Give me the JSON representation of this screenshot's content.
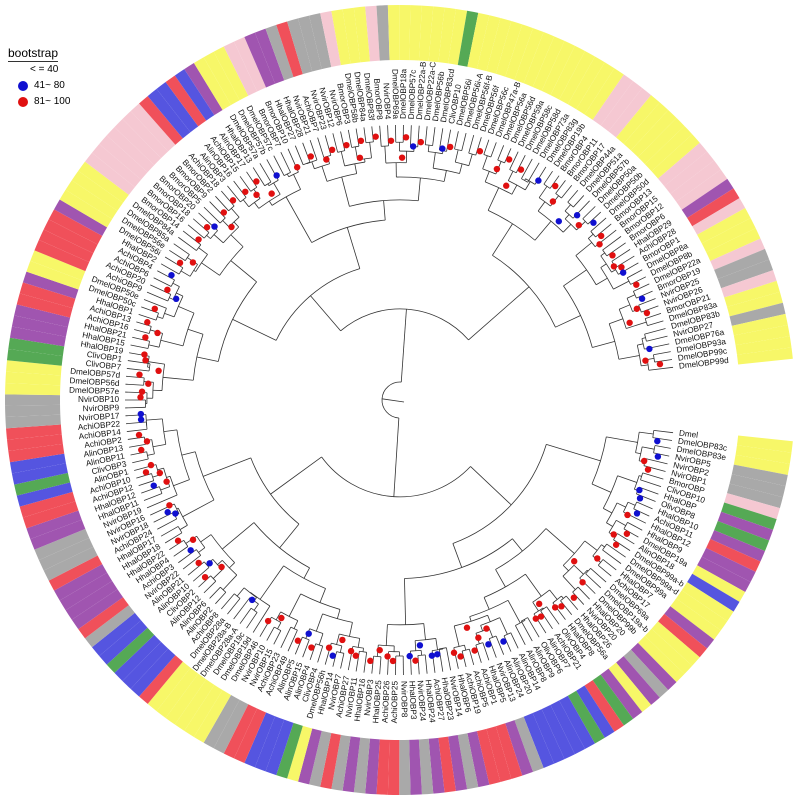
{
  "legend": {
    "title": "bootstrap",
    "entries": [
      {
        "label": "< = 40",
        "color": ""
      },
      {
        "label": "41~ 80",
        "color": "#1010d0"
      },
      {
        "label": "81~ 100",
        "color": "#e01010"
      }
    ]
  },
  "colors": {
    "yellow": "#f7f768",
    "pink": "#f5c8d2",
    "gray": "#a9a9a9",
    "purple": "#a055b0",
    "red": "#f0505a",
    "blue": "#5555e0",
    "green": "#55a955",
    "branch": "#333333",
    "bootstrap_high": "#e01010",
    "bootstrap_mid": "#1010d0"
  },
  "tree": {
    "leaves": [
      {
        "label": "Dmel",
        "group": "yellow"
      },
      {
        "label": "DmelOBP83c",
        "group": "yellow"
      },
      {
        "label": "DmelOBP83e",
        "group": "yellow"
      },
      {
        "label": "NvirOBP5",
        "group": "gray"
      },
      {
        "label": "NvirOBP2",
        "group": "gray"
      },
      {
        "label": "NvirOBP1",
        "group": "gray"
      },
      {
        "label": "BmorOBP",
        "group": "pink"
      },
      {
        "label": "ClivOBP10",
        "group": "green"
      },
      {
        "label": "HhalOBP",
        "group": "purple"
      },
      {
        "label": "OlivOBP8",
        "group": "green"
      },
      {
        "label": "HhalOBP10",
        "group": "purple"
      },
      {
        "label": "AchiOBP11",
        "group": "red"
      },
      {
        "label": "HhalOBP12",
        "group": "purple"
      },
      {
        "label": "HhalOBP9",
        "group": "purple"
      },
      {
        "label": "DmelOBP19a",
        "group": "yellow"
      },
      {
        "label": "AlinOBP18",
        "group": "blue"
      },
      {
        "label": "DmelOBP99a-b",
        "group": "yellow"
      },
      {
        "label": "DmelOBP99a-d",
        "group": "yellow"
      },
      {
        "label": "DmelOBP99a",
        "group": "yellow"
      },
      {
        "label": "HhalOBP7",
        "group": "purple"
      },
      {
        "label": "AchiOBP17",
        "group": "red"
      },
      {
        "label": "DmelOBP69a",
        "group": "yellow"
      },
      {
        "label": "DmelOBP19a-b",
        "group": "yellow"
      },
      {
        "label": "DmelOBP99b",
        "group": "yellow"
      },
      {
        "label": "HhalOBP20",
        "group": "purple"
      },
      {
        "label": "NvirOBP20",
        "group": "gray"
      },
      {
        "label": "HhalOBP26",
        "group": "purple"
      },
      {
        "label": "DmelOBP56a",
        "group": "yellow"
      },
      {
        "label": "HhalOBP8",
        "group": "purple"
      },
      {
        "label": "OlivOBP4",
        "group": "green"
      },
      {
        "label": "AchiOBP21",
        "group": "red"
      },
      {
        "label": "AlinOBP7",
        "group": "blue"
      },
      {
        "label": "OlivOBP6",
        "group": "green"
      },
      {
        "label": "AlinOBP9",
        "group": "blue"
      },
      {
        "label": "AlinOBP8",
        "group": "blue"
      },
      {
        "label": "AlinOBP14",
        "group": "blue"
      },
      {
        "label": "AlinOBP20",
        "group": "blue"
      },
      {
        "label": "AlinOBP24",
        "group": "blue"
      },
      {
        "label": "NvirOBP13",
        "group": "gray"
      },
      {
        "label": "HhalOBP5",
        "group": "purple"
      },
      {
        "label": "AchiOBP1",
        "group": "red"
      },
      {
        "label": "AchiOBP5",
        "group": "red"
      },
      {
        "label": "AchiOBP19",
        "group": "red"
      },
      {
        "label": "HhalOBP6",
        "group": "purple"
      },
      {
        "label": "NvirOBP14",
        "group": "gray"
      },
      {
        "label": "HhalOBP23",
        "group": "purple"
      },
      {
        "label": "AchiOBP27",
        "group": "red"
      },
      {
        "label": "HhalOBP24",
        "group": "purple"
      },
      {
        "label": "NvirOBP24",
        "group": "gray"
      },
      {
        "label": "HhalOBP3",
        "group": "purple"
      },
      {
        "label": "NvirOBP8",
        "group": "gray"
      },
      {
        "label": "AchiOBP25",
        "group": "red"
      },
      {
        "label": "AchiOBP26",
        "group": "red"
      },
      {
        "label": "HhalOBP25",
        "group": "purple"
      },
      {
        "label": "NvirOBP3",
        "group": "gray"
      },
      {
        "label": "HhalOBP16",
        "group": "purple"
      },
      {
        "label": "NvirOBP11",
        "group": "gray"
      },
      {
        "label": "AchiOBP27",
        "group": "red"
      },
      {
        "label": "NvirOBP7",
        "group": "gray"
      },
      {
        "label": "HhalOBP14",
        "group": "purple"
      },
      {
        "label": "DmelOBP56h",
        "group": "yellow"
      },
      {
        "label": "ClivOBP4",
        "group": "green"
      },
      {
        "label": "AlinOBP4",
        "group": "blue"
      },
      {
        "label": "AlinOBP15",
        "group": "blue"
      },
      {
        "label": "AlinOBP5",
        "group": "blue"
      },
      {
        "label": "AchiOBP49",
        "group": "red"
      },
      {
        "label": "AchiOBP23",
        "group": "red"
      },
      {
        "label": "NvirOBP15",
        "group": "gray"
      },
      {
        "label": "NvirOBP10",
        "group": "gray"
      },
      {
        "label": "DmelOBP46",
        "group": "yellow"
      },
      {
        "label": "DmelOBP19d",
        "group": "yellow"
      },
      {
        "label": "DmelOBP19c",
        "group": "yellow"
      },
      {
        "label": "DmelOBP28a-A",
        "group": "yellow"
      },
      {
        "label": "DmelOBP28a-B",
        "group": "yellow"
      },
      {
        "label": "DmelOBP28a",
        "group": "yellow"
      },
      {
        "label": "AchiOBP8",
        "group": "red"
      },
      {
        "label": "AlinOBP2",
        "group": "blue"
      },
      {
        "label": "AlinOBP6",
        "group": "blue"
      },
      {
        "label": "AlinOBP12",
        "group": "blue"
      },
      {
        "label": "ClivOBP2",
        "group": "green"
      },
      {
        "label": "AlinOBP10",
        "group": "blue"
      },
      {
        "label": "AlinOBP21",
        "group": "blue"
      },
      {
        "label": "NvirOBP22",
        "group": "gray"
      },
      {
        "label": "AchiOBP3",
        "group": "red"
      },
      {
        "label": "HhalOBP4",
        "group": "purple"
      },
      {
        "label": "HhalOBP22",
        "group": "purple"
      },
      {
        "label": "HhalOBP18",
        "group": "purple"
      },
      {
        "label": "HhalOBP17",
        "group": "purple"
      },
      {
        "label": "AchiOBP24",
        "group": "red"
      },
      {
        "label": "NvirOBP18",
        "group": "gray"
      },
      {
        "label": "NvirOBP16",
        "group": "gray"
      },
      {
        "label": "NvirOBP19",
        "group": "gray"
      },
      {
        "label": "HhalOBP11",
        "group": "purple"
      },
      {
        "label": "HhalOBP12",
        "group": "purple"
      },
      {
        "label": "AchiOBP12",
        "group": "red"
      },
      {
        "label": "AchiOBP10",
        "group": "red"
      },
      {
        "label": "AlinOBP1",
        "group": "blue"
      },
      {
        "label": "ClivOBP3",
        "group": "green"
      },
      {
        "label": "AlinOBP11",
        "group": "blue"
      },
      {
        "label": "AlinOBP13",
        "group": "blue"
      },
      {
        "label": "AchiOBP2",
        "group": "red"
      },
      {
        "label": "AchiOBP14",
        "group": "red"
      },
      {
        "label": "AchiOBP22",
        "group": "red"
      },
      {
        "label": "NvirOBP17",
        "group": "gray"
      },
      {
        "label": "NvirOBP9",
        "group": "gray"
      },
      {
        "label": "NvirOBP10",
        "group": "gray"
      },
      {
        "label": "DmelOBP57e",
        "group": "yellow"
      },
      {
        "label": "DmelOBP56d",
        "group": "yellow"
      },
      {
        "label": "DmelOBP57d",
        "group": "yellow"
      },
      {
        "label": "ClivOBP7",
        "group": "green"
      },
      {
        "label": "ClivOBP1",
        "group": "green"
      },
      {
        "label": "HhalOBP19",
        "group": "purple"
      },
      {
        "label": "HhalOBP15",
        "group": "purple"
      },
      {
        "label": "HhalOBP21",
        "group": "purple"
      },
      {
        "label": "AchiOBP16",
        "group": "red"
      },
      {
        "label": "AchiOBP13",
        "group": "red"
      },
      {
        "label": "HhalOBP1",
        "group": "purple"
      },
      {
        "label": "DmelOBP50c",
        "group": "yellow"
      },
      {
        "label": "DmelOBP50e",
        "group": "yellow"
      },
      {
        "label": "AchiOBP9",
        "group": "red"
      },
      {
        "label": "AchiOBP20",
        "group": "red"
      },
      {
        "label": "AchiOBP6",
        "group": "red"
      },
      {
        "label": "AchiOBP4",
        "group": "red"
      },
      {
        "label": "HhalOBP2",
        "group": "purple"
      },
      {
        "label": "DmelOBP56i",
        "group": "yellow"
      },
      {
        "label": "DmelOBP56e",
        "group": "yellow"
      },
      {
        "label": "DmelOBP85a",
        "group": "yellow"
      },
      {
        "label": "DmelOBP84a",
        "group": "yellow"
      },
      {
        "label": "BmorOBP14",
        "group": "pink"
      },
      {
        "label": "BmorOBP16",
        "group": "pink"
      },
      {
        "label": "BmorOBP18",
        "group": "pink"
      },
      {
        "label": "BmorOBP20",
        "group": "pink"
      },
      {
        "label": "BmorOBP5",
        "group": "pink"
      },
      {
        "label": "BmorOBP9",
        "group": "pink"
      },
      {
        "label": "BmorOBP2",
        "group": "pink"
      },
      {
        "label": "AchiOBP18",
        "group": "red"
      },
      {
        "label": "AlinOBP3",
        "group": "blue"
      },
      {
        "label": "AlinOBP16",
        "group": "blue"
      },
      {
        "label": "AchiOBP15",
        "group": "red"
      },
      {
        "label": "AlinOBP17",
        "group": "blue"
      },
      {
        "label": "HhalOBP13",
        "group": "purple"
      },
      {
        "label": "DmelOBP57a",
        "group": "yellow"
      },
      {
        "label": "DmelOBP57b",
        "group": "yellow"
      },
      {
        "label": "DmelOBP57c",
        "group": "yellow"
      },
      {
        "label": "BmorOBP7",
        "group": "pink"
      },
      {
        "label": "BmorOBP10",
        "group": "pink"
      },
      {
        "label": "HhalOBP27",
        "group": "purple"
      },
      {
        "label": "HhalOBP28",
        "group": "purple"
      },
      {
        "label": "NvirOBP21",
        "group": "gray"
      },
      {
        "label": "AchiOBP7",
        "group": "red"
      },
      {
        "label": "NvirOBP23",
        "group": "gray"
      },
      {
        "label": "NvirOBP12",
        "group": "gray"
      },
      {
        "label": "NvirOBP6",
        "group": "gray"
      },
      {
        "label": "BmorOBP3",
        "group": "pink"
      },
      {
        "label": "DmelOBP58b",
        "group": "yellow"
      },
      {
        "label": "DmelOBP84a",
        "group": "yellow"
      },
      {
        "label": "DmelOBP83f",
        "group": "yellow"
      },
      {
        "label": "BmorOBP8",
        "group": "pink"
      },
      {
        "label": "NvirOBP4",
        "group": "gray"
      },
      {
        "label": "DmelOBP69a",
        "group": "yellow"
      },
      {
        "label": "DmelOBP18a",
        "group": "yellow"
      },
      {
        "label": "DmelOBP57c",
        "group": "yellow"
      },
      {
        "label": "DmelOBP22a-B",
        "group": "yellow"
      },
      {
        "label": "DmelOBP22a-C",
        "group": "yellow"
      },
      {
        "label": "DmelOBP56b",
        "group": "yellow"
      },
      {
        "label": "DmelOBP83cd",
        "group": "yellow"
      },
      {
        "label": "ClivOBP10",
        "group": "green"
      },
      {
        "label": "DmelOBP56i",
        "group": "yellow"
      },
      {
        "label": "DmelOBP56i-A",
        "group": "yellow"
      },
      {
        "label": "DmelOBP56f-B",
        "group": "yellow"
      },
      {
        "label": "DmelOBP56f",
        "group": "yellow"
      },
      {
        "label": "DmelOBP56c",
        "group": "yellow"
      },
      {
        "label": "DmelOBP47a-B",
        "group": "yellow"
      },
      {
        "label": "DmelOBP56a",
        "group": "yellow"
      },
      {
        "label": "DmelOBP56d",
        "group": "yellow"
      },
      {
        "label": "DmelOBP59a",
        "group": "yellow"
      },
      {
        "label": "DmelOBP58c",
        "group": "yellow"
      },
      {
        "label": "DmelOBP58d",
        "group": "yellow"
      },
      {
        "label": "DmelOBP73a",
        "group": "yellow"
      },
      {
        "label": "DmelOBP83g",
        "group": "yellow"
      },
      {
        "label": "DmelOBP19b",
        "group": "yellow"
      },
      {
        "label": "BmorOBP4",
        "group": "pink"
      },
      {
        "label": "BmorOBP11",
        "group": "pink"
      },
      {
        "label": "BmorOBP17",
        "group": "pink"
      },
      {
        "label": "DmelOBP44a",
        "group": "yellow"
      },
      {
        "label": "DmelOBP51a",
        "group": "yellow"
      },
      {
        "label": "DmelOBP57b",
        "group": "yellow"
      },
      {
        "label": "DmelOBP50a",
        "group": "yellow"
      },
      {
        "label": "DmelOBP50b",
        "group": "yellow"
      },
      {
        "label": "DmelOBP50d",
        "group": "yellow"
      },
      {
        "label": "BmorOBP13",
        "group": "pink"
      },
      {
        "label": "BmorOBP15",
        "group": "pink"
      },
      {
        "label": "BmorOBP12",
        "group": "pink"
      },
      {
        "label": "BmorOBP6",
        "group": "pink"
      },
      {
        "label": "HhalOBP29",
        "group": "purple"
      },
      {
        "label": "AchiOBP28",
        "group": "red"
      },
      {
        "label": "BmorOBP1",
        "group": "pink"
      },
      {
        "label": "DmelOBP8a",
        "group": "yellow"
      },
      {
        "label": "DmelOBP8b",
        "group": "yellow"
      },
      {
        "label": "DmelOBP22a",
        "group": "yellow"
      },
      {
        "label": "BmorOBP19",
        "group": "pink"
      },
      {
        "label": "NvirOBP25",
        "group": "gray"
      },
      {
        "label": "NvirOBP26",
        "group": "gray"
      },
      {
        "label": "BmorOBP21",
        "group": "pink"
      },
      {
        "label": "DmelOBP83a",
        "group": "yellow"
      },
      {
        "label": "DmelOBP83b",
        "group": "yellow"
      },
      {
        "label": "NvirOBP27",
        "group": "gray"
      },
      {
        "label": "DmelOBP76a",
        "group": "yellow"
      },
      {
        "label": "DmelOBP93a",
        "group": "yellow"
      },
      {
        "label": "DmelOBP99c",
        "group": "yellow"
      },
      {
        "label": "DmelOBP99d",
        "group": "yellow"
      }
    ]
  }
}
